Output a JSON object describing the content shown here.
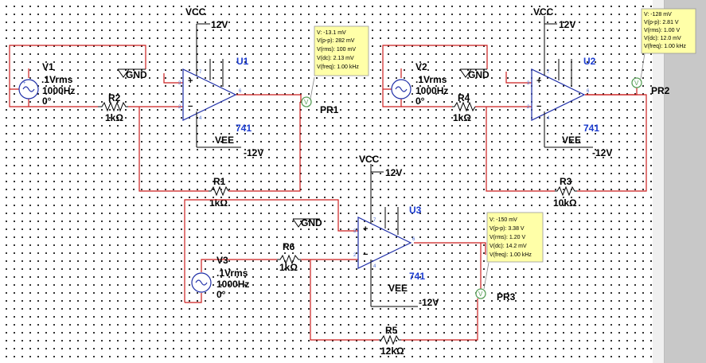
{
  "schematic": {
    "components": {
      "v1": {
        "name": "V1",
        "amp": ".1Vrms",
        "freq": "1000Hz",
        "phase": "0°"
      },
      "v2": {
        "name": "V2",
        "amp": ".1Vrms",
        "freq": "1000Hz",
        "phase": "0°"
      },
      "v3": {
        "name": "V3",
        "amp": ".1Vrms",
        "freq": "1000Hz",
        "phase": "0°"
      },
      "r1": {
        "name": "R1",
        "value": "1kΩ"
      },
      "r2": {
        "name": "R2",
        "value": "1kΩ"
      },
      "r3": {
        "name": "R3",
        "value": "10kΩ"
      },
      "r4": {
        "name": "R4",
        "value": "1kΩ"
      },
      "r5": {
        "name": "R5",
        "value": "12kΩ"
      },
      "r6": {
        "name": "R6",
        "value": "1kΩ"
      },
      "u1": {
        "name": "U1",
        "model": "741"
      },
      "u2": {
        "name": "U2",
        "model": "741"
      },
      "u3": {
        "name": "U3",
        "model": "741"
      }
    },
    "rails": {
      "vcc": "VCC",
      "vcc_value": "12V",
      "vee": "VEE",
      "vee_value": "-12V",
      "gnd": "GND"
    },
    "pin_numbers": {
      "p2": "2",
      "p3": "3",
      "p4": "4",
      "p5": "5",
      "p6": "6",
      "p7": "7"
    },
    "probes": {
      "pr1": {
        "name": "PR1",
        "lines": [
          "V: -13.1 mV",
          "V(p-p): 282 mV",
          "V(rms): 100 mV",
          "V(dc): 2.13 mV",
          "V(freq): 1.00 kHz"
        ]
      },
      "pr2": {
        "name": "PR2",
        "lines": [
          "V: -128 mV",
          "V(p-p): 2.81 V",
          "V(rms): 1.00 V",
          "V(dc): 12.0 mV",
          "V(freq): 1.00 kHz"
        ]
      },
      "pr3": {
        "name": "PR3",
        "lines": [
          "V: -150 mV",
          "V(p-p): 3.38 V",
          "V(rms): 1.20 V",
          "V(dc): 14.2 mV",
          "V(freq): 1.00 kHz"
        ]
      }
    },
    "probe_letter": "V"
  },
  "colors": {
    "wire": "#cc1f1f",
    "component": "#1f2fa8",
    "probe_bg": "#ffffa8",
    "probe_green": "#5aa05a"
  }
}
